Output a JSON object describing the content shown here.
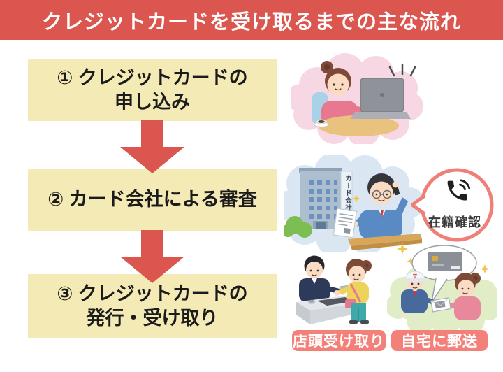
{
  "header": {
    "title": "クレジットカードを受け取るまでの主な流れ"
  },
  "steps": [
    {
      "line1": "① クレジットカードの",
      "line2": "申し込み"
    },
    {
      "line1": "② カード会社による審査",
      "line2": ""
    },
    {
      "line1": "③ クレジットカードの",
      "line2": "発行・受け取り"
    }
  ],
  "verification": {
    "label": "在籍確認",
    "icon": "phone-in-talk-icon"
  },
  "screening": {
    "building_sign": "カード会社"
  },
  "mail_scene": {
    "postal_mark": "〒"
  },
  "receive": {
    "store": "店頭受け取り",
    "mail": "自宅に郵送"
  },
  "colors": {
    "header_red": "#DC5650",
    "arrow_red": "#DC5650",
    "box_cream": "#F4EAB6",
    "label_salmon": "#F3817A",
    "bubble_border": "#EF7F78",
    "text_black": "#1B1B1B"
  }
}
